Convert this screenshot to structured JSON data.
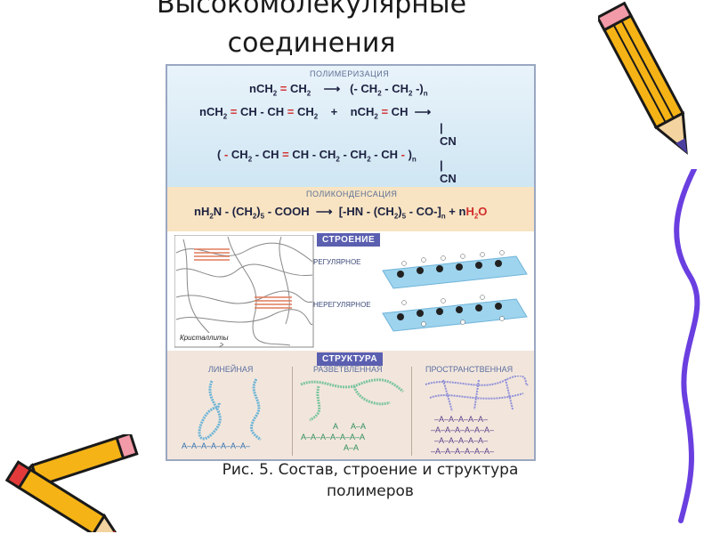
{
  "slide": {
    "title_line1": "Высокомолекулярные",
    "title_line2": "соединения",
    "caption_line1": "Рис. 5. Состав, строение и структура",
    "caption_line2": "полимеров"
  },
  "figure": {
    "polymerization_title": "ПОЛИМЕРИЗАЦИЯ",
    "polycondensation_title": "ПОЛИКОНДЕНСАЦИЯ",
    "structure_tag": "СТРОЕНИЕ",
    "regular_label": "РЕГУЛЯРНОЕ",
    "irregular_label": "НЕРЕГУЛЯРНОЕ",
    "crystallites_label": "Кристаллиты",
    "morphology_tag": "СТРУКТУРА",
    "linear_label": "ЛИНЕЙНАЯ",
    "branched_label": "РАЗВЕТВЛЕННАЯ",
    "network_label": "ПРОСТРАНСТВЕННАЯ",
    "linear_chain": "A–A–A–A–A–A–A–",
    "branched_chain_top": "A      A–A",
    "branched_chain_main": "A–A–A–A–A–A–A",
    "branched_chain_bottom": "A–A",
    "network_rows": [
      "–A–A–A–A–A–",
      "–A–A–A–A–A–A–",
      "–A–A–A–A–A–",
      "–A–A–A–A–A–A–"
    ]
  }
}
